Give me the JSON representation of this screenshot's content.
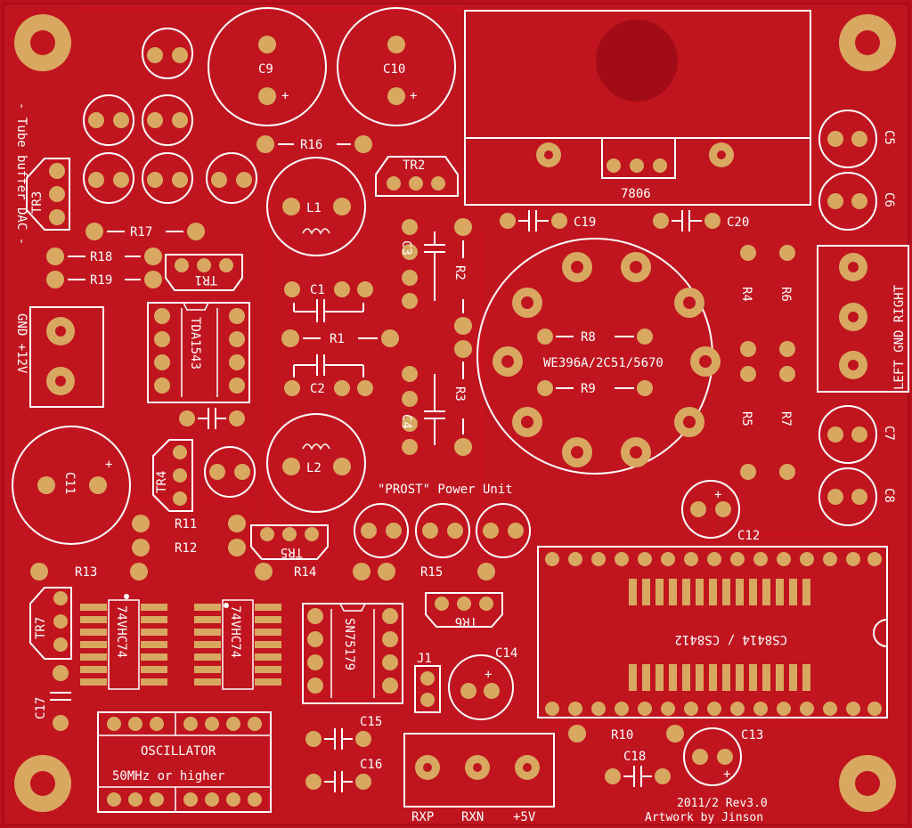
{
  "board": {
    "colors": {
      "substrate": "#b8101c",
      "copper_fill": "#c0141f",
      "pad": "#d9a860",
      "silkscreen": "#ffffff"
    },
    "side_title": "- Tube buffer DAC -",
    "power_in_label": "GND +12V",
    "power_unit": "\"PROST\" Power Unit",
    "tube": "WE396A/2C51/5670",
    "output_label": "LEFT GND RIGHT",
    "regulator": "7806",
    "oscillator": "OSCILLATOR",
    "oscillator_note": "50MHz or higher",
    "receiver_chip": "CS8414 / CS8412",
    "line_receiver": "SN75179",
    "dac_chip": "TDA1543",
    "flipflop": "74VHC74",
    "input_labels": {
      "rxp": "RXP",
      "rxn": "RXN",
      "plus5": "+5V"
    },
    "revision": "2011/2 Rev3.0",
    "artwork": "Artwork by Jinson",
    "caps": {
      "c1": "C1",
      "c2": "C2",
      "c3": "C3",
      "c4": "C4",
      "c5": "C5",
      "c6": "C6",
      "c7": "C7",
      "c8": "C8",
      "c9": "C9",
      "c10": "C10",
      "c11": "C11",
      "c12": "C12",
      "c13": "C13",
      "c14": "C14",
      "c15": "C15",
      "c16": "C16",
      "c17": "C17",
      "c18": "C18",
      "c19": "C19",
      "c20": "C20"
    },
    "resistors": {
      "r1": "R1",
      "r2": "R2",
      "r3": "R3",
      "r4": "R4",
      "r5": "R5",
      "r6": "R6",
      "r7": "R7",
      "r8": "R8",
      "r9": "R9",
      "r10": "R10",
      "r11": "R11",
      "r12": "R12",
      "r13": "R13",
      "r14": "R14",
      "r15": "R15",
      "r16": "R16",
      "r17": "R17",
      "r18": "R18",
      "r19": "R19"
    },
    "transistors": {
      "tr1": "TR1",
      "tr2": "TR2",
      "tr3": "TR3",
      "tr4": "TR4",
      "tr5": "TR5",
      "tr6": "TR6",
      "tr7": "TR7"
    },
    "inductors": {
      "l1": "L1",
      "l2": "L2"
    },
    "jumper": "J1",
    "plus": "+"
  }
}
